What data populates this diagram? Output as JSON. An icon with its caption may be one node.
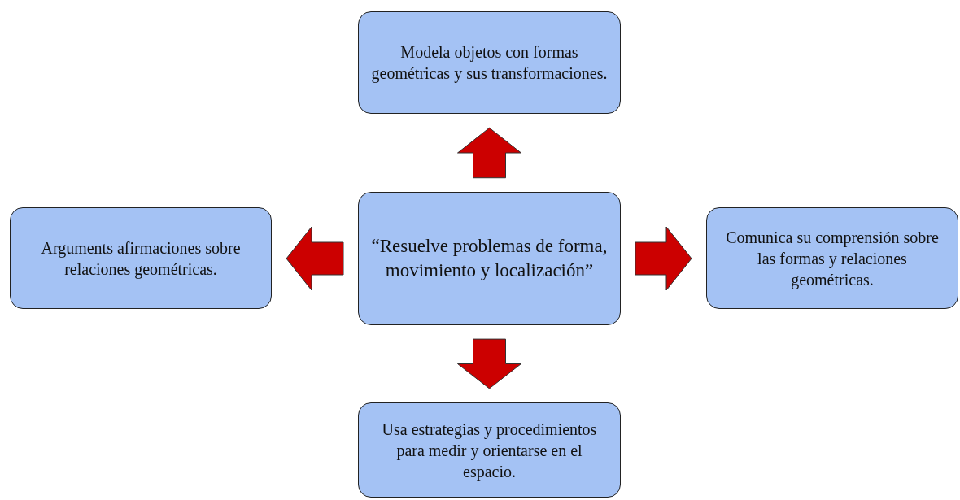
{
  "diagram": {
    "nodes": [
      {
        "text": [
          "“Resuelve problemas de forma, movimiento y localización”"
        ]
      },
      {
        "text": [
          "Modela objetos con formas geométricas y sus transformaciones."
        ]
      },
      {
        "text": [
          "Arguments afirmaciones sobre relaciones geométricas."
        ]
      },
      {
        "text": [
          "Comunica su comprensión sobre las formas y relaciones geométricas."
        ]
      },
      {
        "text": [
          "Usa estrategias y procedimientos para medir y orientarse en el espacio."
        ]
      }
    ],
    "edges": [
      {
        "from": 0,
        "to": 1,
        "arrow": "to",
        "style": "thick"
      },
      {
        "from": 0,
        "to": 2,
        "arrow": "to",
        "style": "thick"
      },
      {
        "from": 0,
        "to": 3,
        "arrow": "to",
        "style": "thick"
      },
      {
        "from": 0,
        "to": 4,
        "arrow": "to",
        "style": "thick"
      }
    ]
  }
}
